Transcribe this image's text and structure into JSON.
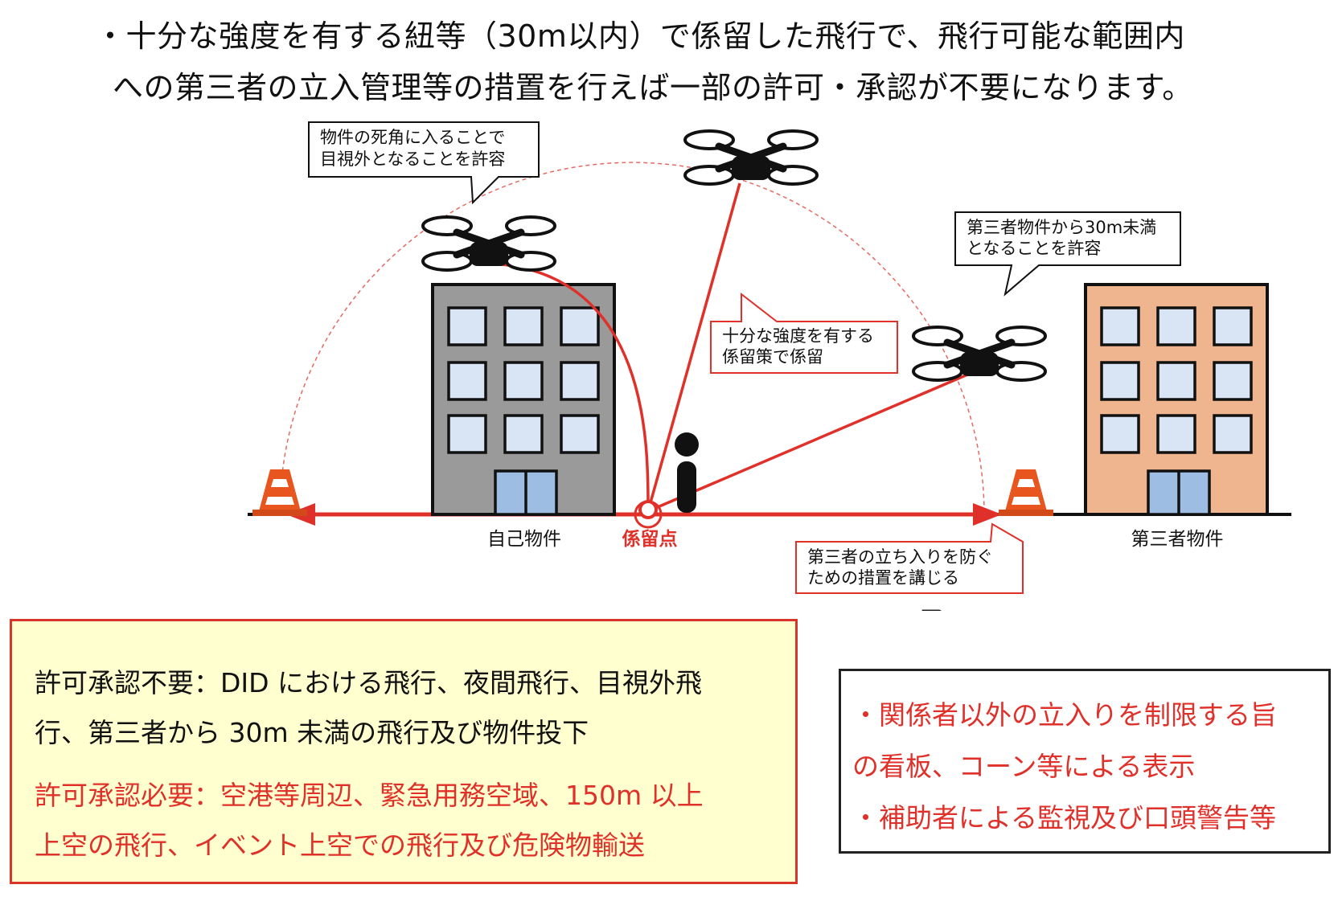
{
  "heading": {
    "line1": "・十分な強度を有する紐等（30m以内）で係留した飛行で、飛行可能な範囲内",
    "line2": "への第三者の立入管理等の措置を行えば一部の許可・承認が不要になります。"
  },
  "callouts": {
    "blind_spot": [
      "物件の死角に入ることで",
      "目視外となることを許容"
    ],
    "third_party_distance": [
      "第三者物件から30m未満",
      "となることを許容"
    ],
    "tether": [
      "十分な強度を有する",
      "係留策で係留"
    ],
    "entry_prevention": [
      "第三者の立ち入りを防ぐ",
      "ための措置を講じる"
    ]
  },
  "labels": {
    "own_building": "自己物件",
    "tether_point": "係留点",
    "third_party_building": "第三者物件"
  },
  "box_left": {
    "not_required_line1": "許可承認不要：DID における飛行、夜間飛行、目視外飛",
    "not_required_line2": "行、第三者から 30m 未満の飛行及び物件投下",
    "required_line1": "許可承認必要：空港等周辺、緊急用務空域、150m 以上",
    "required_line2": "上空の飛行、イベント上空での飛行及び危険物輸送"
  },
  "box_right": {
    "line1": "・関係者以外の立入りを制限する旨",
    "line2": "の看板、コーン等による表示",
    "line3": "・補助者による監視及び口頭警告等"
  },
  "colors": {
    "accent_red": "#e0302a",
    "yellow_box": "#ffffcf",
    "own_building_gray": "#9a9a9a",
    "third_building_tan": "#eeb58f",
    "window_blue": "#d9e4f5",
    "door_blue": "#9dbde3"
  }
}
